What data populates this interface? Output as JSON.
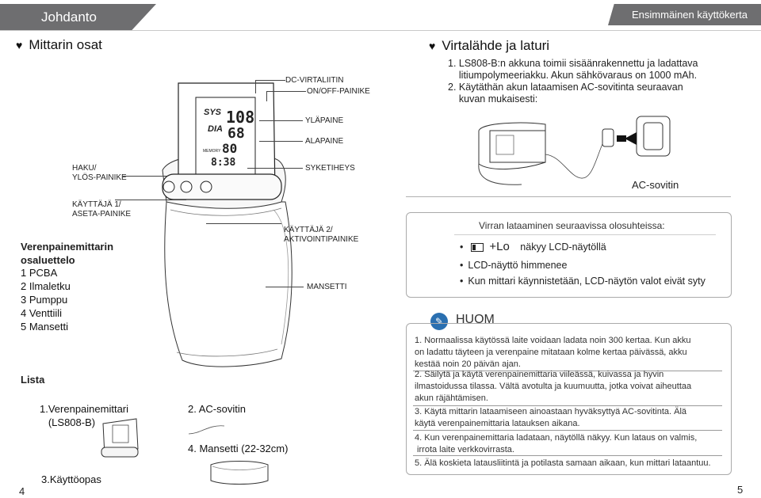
{
  "header": {
    "left_title": "Johdanto",
    "right_title": "Ensimmäinen käyttökerta"
  },
  "left": {
    "section_title": "Mittarin osat",
    "device": {
      "display": {
        "sys_label": "SYS",
        "dia_label": "DIA",
        "sys_value": "108",
        "dia_value": "68",
        "pulse_value": "80",
        "time_value": "8:38",
        "memory_label": "MEMORY"
      }
    },
    "labels": {
      "dc_port": "DC-VIRTALIITIN",
      "on_off": "ON/OFF-PAINIKE",
      "up": "YLÄPAINE",
      "down": "ALAPAINE",
      "search": "HAKU/\nYLÖS-PAINIKE",
      "pulse": "SYKETIHEYS",
      "user1": "KÄYTTÄJÄ 1/\nASETA-PAINIKE",
      "user2": "KÄYTTÄJÄ 2/\nAKTIVOINTIPAINIKE",
      "cuff": "MANSETTI"
    },
    "components": {
      "title": "Verenpainemittarin\nosaluettelo",
      "items": [
        "1 PCBA",
        "2 Ilmaletku",
        "3 Pumppu",
        "4 Venttiili",
        "5 Mansetti"
      ]
    },
    "list": {
      "title": "Lista",
      "item1": "1.Verenpainemittari\n   (LS808-B)",
      "item2": "2. AC-sovitin",
      "item3": "3.Käyttöopas",
      "item4": "4. Mansetti (22-32cm)"
    },
    "page_number": "4"
  },
  "right": {
    "section_title": "Virtalähde ja laturi",
    "intro": [
      "1. LS808-B:n akkuna toimii sisäänrakennettu ja ladattava\n    litiumpolymeeriakku. Akun sähkövaraus on 1000 mAh.",
      "2. Käytäthän akun lataamisen AC-sovitinta seuraavan\n    kuvan mukaisesti:"
    ],
    "adapter_label": "AC-sovitin",
    "charging": {
      "title": "Virran lataaminen seuraavissa olosuhteissa:",
      "battery_text": "+Lo",
      "items": [
        "näkyy LCD-näytöllä",
        "LCD-näyttö himmenee",
        "Kun mittari käynnistetään, LCD-näytön valot eivät syty"
      ]
    },
    "note": {
      "title": "HUOM",
      "items": [
        "1. Normaalissa käytössä laite voidaan ladata noin 300 kertaa. Kun akku\non ladattu täyteen ja verenpaine mitataan kolme kertaa päivässä, akku\nkestää noin 20 päivän ajan.",
        "2. Säilytä ja käytä verenpainemittaria viileässä, kuivassa ja hyvin\nilmastoidussa tilassa. Vältä avotulta ja kuumuutta, jotka voivat aiheuttaa\nakun räjähtämisen.",
        "3. Käytä mittarin lataamiseen ainoastaan hyväksyttyä AC-sovitinta. Älä\nkäytä verenpainemittaria latauksen aikana.",
        "4. Kun verenpainemittaria ladataan, näytöllä näkyy. Kun lataus on valmis,\n irrota laite verkkovirrasta.",
        "5. Älä koskieta latausliitintä ja potilasta samaan aikaan, kun mittari lataantuu."
      ]
    },
    "page_number": "5"
  }
}
